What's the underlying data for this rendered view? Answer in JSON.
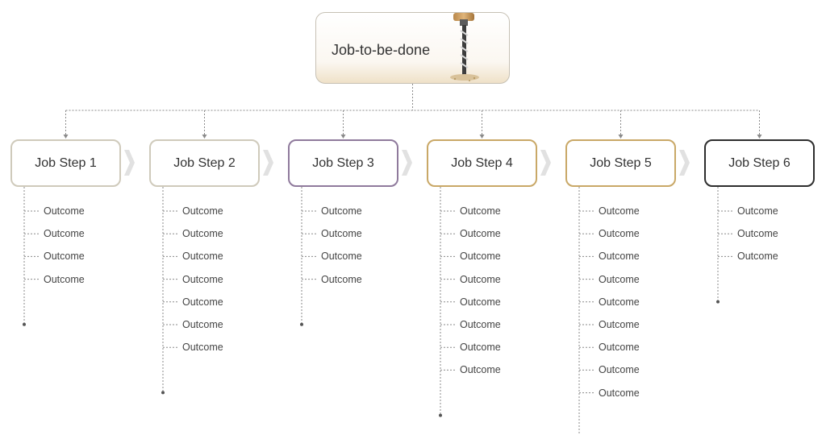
{
  "root": {
    "title": "Job-to-be-done",
    "icon": "drill-bit-icon"
  },
  "colors": {
    "connector": "#8a8a8a",
    "chevron": "#e1e1e1",
    "text": "#333333"
  },
  "steps": [
    {
      "label": "Job Step 1",
      "border_color": "#cfcabb",
      "outcomes": [
        "Outcome",
        "Outcome",
        "Outcome",
        "Outcome"
      ]
    },
    {
      "label": "Job Step 2",
      "border_color": "#cfcabb",
      "outcomes": [
        "Outcome",
        "Outcome",
        "Outcome",
        "Outcome",
        "Outcome",
        "Outcome",
        "Outcome"
      ]
    },
    {
      "label": "Job Step 3",
      "border_color": "#8f7a9c",
      "outcomes": [
        "Outcome",
        "Outcome",
        "Outcome",
        "Outcome"
      ]
    },
    {
      "label": "Job Step 4",
      "border_color": "#c9a867",
      "outcomes": [
        "Outcome",
        "Outcome",
        "Outcome",
        "Outcome",
        "Outcome",
        "Outcome",
        "Outcome",
        "Outcome"
      ]
    },
    {
      "label": "Job Step 5",
      "border_color": "#c9a867",
      "outcomes": [
        "Outcome",
        "Outcome",
        "Outcome",
        "Outcome",
        "Outcome",
        "Outcome",
        "Outcome",
        "Outcome",
        "Outcome"
      ]
    },
    {
      "label": "Job Step 6",
      "border_color": "#2d2d2d",
      "outcomes": [
        "Outcome",
        "Outcome",
        "Outcome"
      ]
    }
  ]
}
